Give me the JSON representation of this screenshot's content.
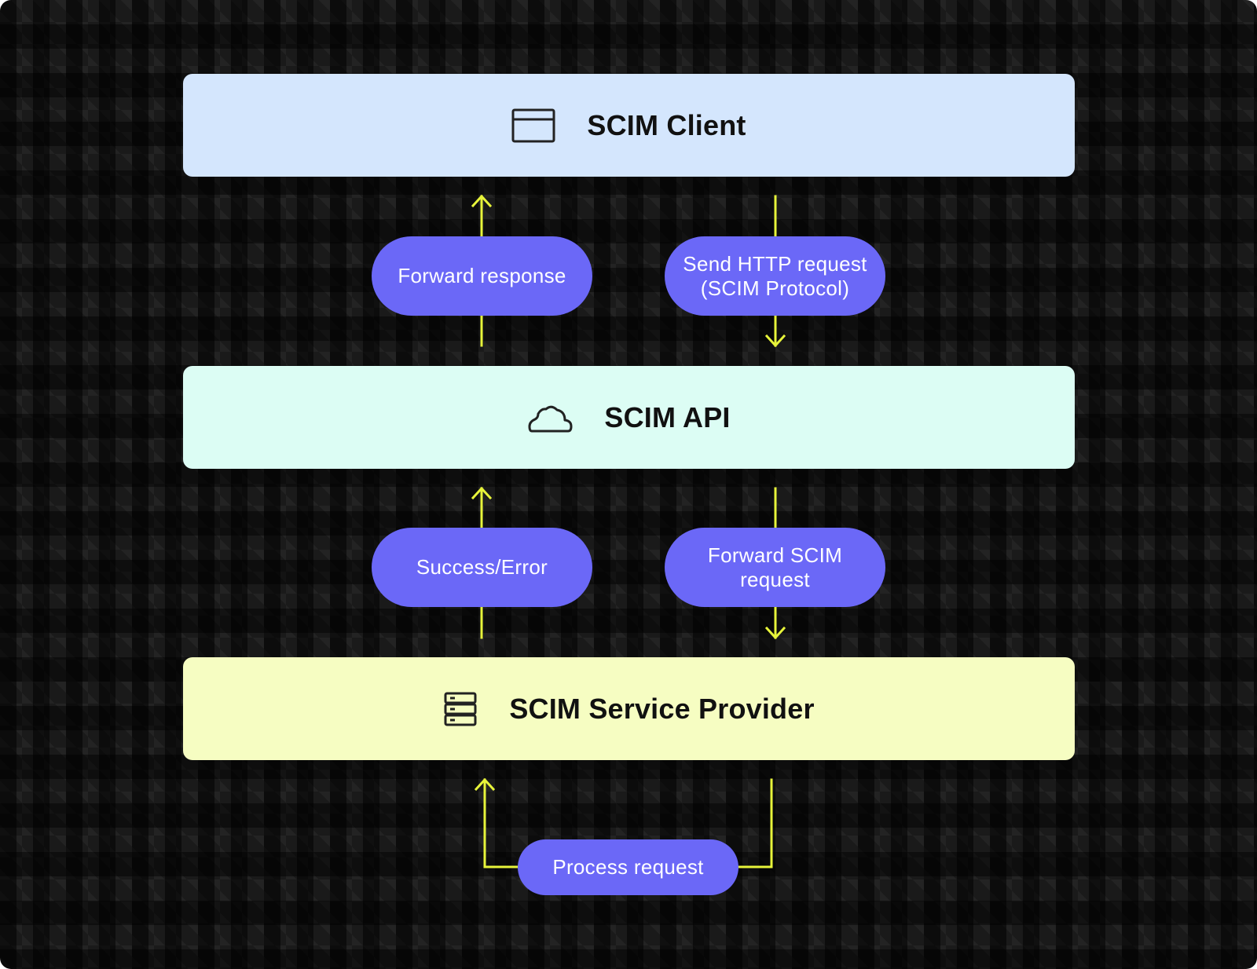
{
  "colors": {
    "background": "#1a1a1a",
    "client_box": "#d4e6fd",
    "api_box": "#dcfdf4",
    "provider_box": "#f6fdc2",
    "pill": "#6b68f7",
    "arrow": "#e7f43a"
  },
  "nodes": {
    "client": {
      "title": "SCIM Client",
      "icon": "browser-window-icon"
    },
    "api": {
      "title": "SCIM API",
      "icon": "cloud-icon"
    },
    "provider": {
      "title": "SCIM Service Provider",
      "icon": "server-icon"
    }
  },
  "edges": {
    "forward_response": "Forward response",
    "send_http_request": "Send HTTP request\n(SCIM Protocol)",
    "success_error": "Success/Error",
    "forward_scim_request": "Forward SCIM\nrequest",
    "process_request": "Process request"
  }
}
